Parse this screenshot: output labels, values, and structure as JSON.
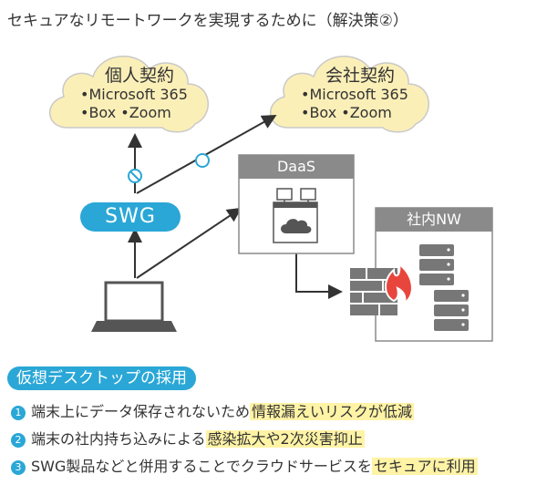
{
  "title": "セキュアなリモートワークを実現するために（解決策②）",
  "clouds": [
    {
      "title": "個人契約",
      "lines": [
        "•Microsoft 365",
        "•Box •Zoom"
      ]
    },
    {
      "title": "会社契約",
      "lines": [
        "•Microsoft 365",
        "•Box •Zoom"
      ]
    }
  ],
  "swg_label": "SWG",
  "daas_label": "DaaS",
  "network_label": "社内NW",
  "section_label": "仮想デスクトップの採用",
  "benefits": [
    {
      "num": "1",
      "text": "端末上にデータ保存されないため",
      "highlight": "情報漏えいリスクが低減"
    },
    {
      "num": "2",
      "text": "端末の社内持ち込みによる",
      "highlight": "感染拡大や2次災害抑止"
    },
    {
      "num": "3",
      "text": "SWG製品などと併用することでクラウドサービスを",
      "highlight": "セキュアに利用"
    }
  ],
  "colors": {
    "accent": "#2aa7d6",
    "cloud_fill": "#fbefb8",
    "box_gray": "#8a8a8a",
    "highlight": "#fff3a6"
  }
}
